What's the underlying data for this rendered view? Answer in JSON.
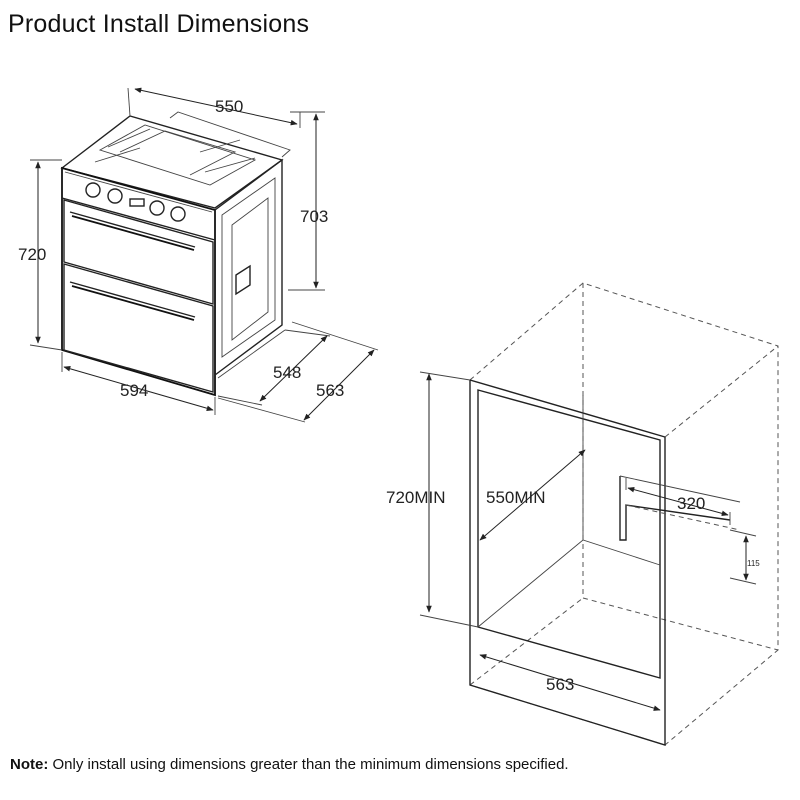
{
  "title": "Product Install Dimensions",
  "oven_dimensions": {
    "depth_top": "550",
    "height_body": "703",
    "height_total": "720",
    "width": "594",
    "depth_body": "548",
    "depth_total": "563"
  },
  "cabinet_dimensions": {
    "height": "720MIN",
    "depth": "550MIN",
    "cutout_width": "320",
    "cutout_height": "115",
    "width": "563"
  },
  "note": {
    "label": "Note:",
    "text": " Only install using dimensions greater than the minimum dimensions specified."
  }
}
